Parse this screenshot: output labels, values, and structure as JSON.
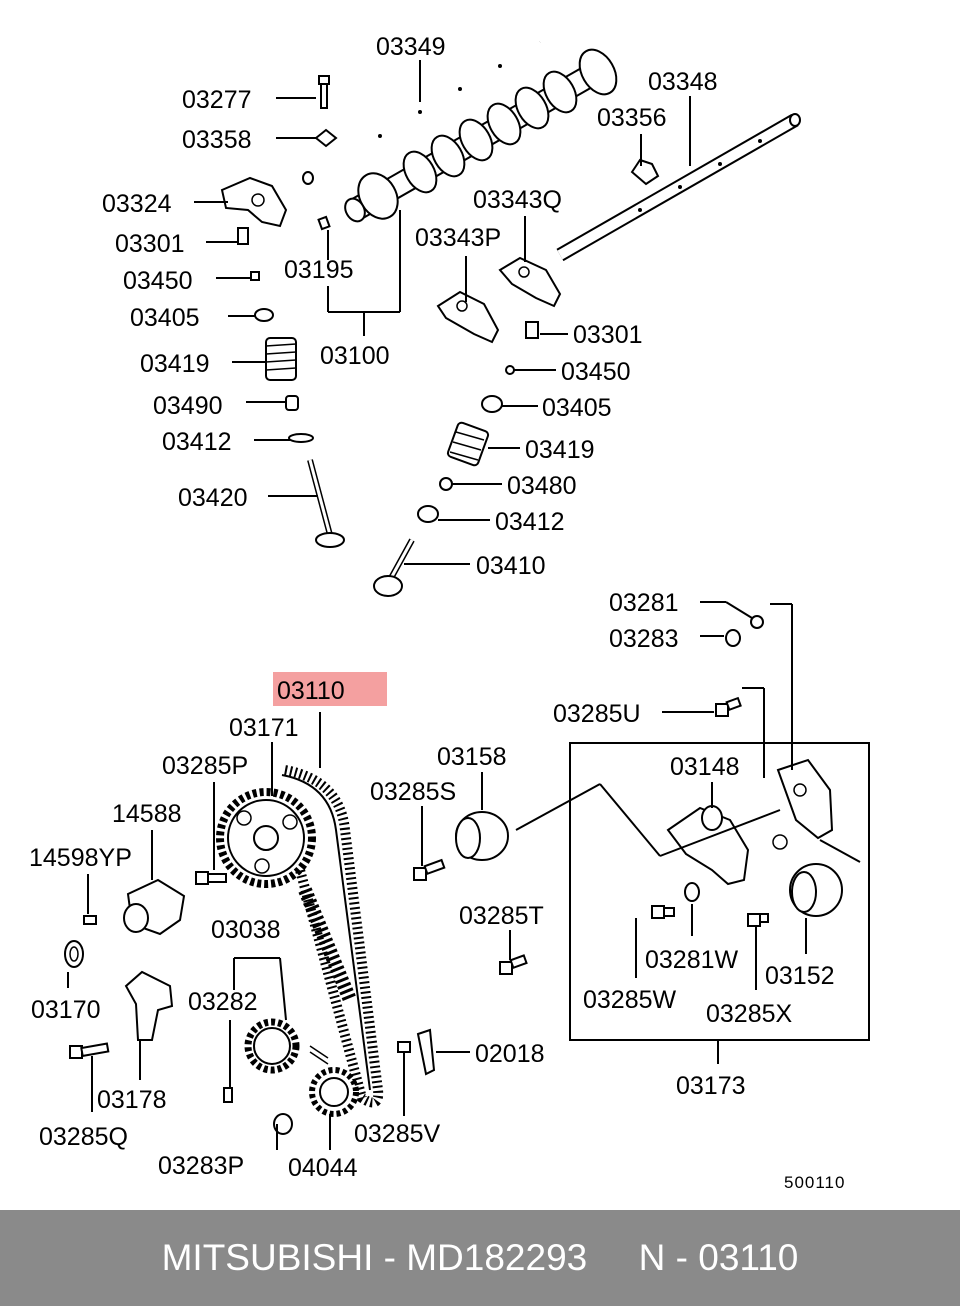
{
  "highlight_color": "#f4a0a0",
  "footer_bg": "#8a8a8a",
  "labels": {
    "p03349": "03349",
    "p03277": "03277",
    "p03358": "03358",
    "p03348": "03348",
    "p03356": "03356",
    "p03324": "03324",
    "p03343Q": "03343Q",
    "p03301a": "03301",
    "p03343P": "03343P",
    "p03450a": "03450",
    "p03195": "03195",
    "p03405a": "03405",
    "p03419a": "03419",
    "p03100": "03100",
    "p03301b": "03301",
    "p03450b": "03450",
    "p03490": "03490",
    "p03405b": "03405",
    "p03412a": "03412",
    "p03419b": "03419",
    "p03420": "03420",
    "p03480": "03480",
    "p03412b": "03412",
    "p03410": "03410",
    "p03281": "03281",
    "p03283": "03283",
    "p03110": "03110",
    "p03285U": "03285U",
    "p03171": "03171",
    "p03158": "03158",
    "p03148": "03148",
    "p03285P": "03285P",
    "p03285S": "03285S",
    "p14588": "14588",
    "p14598YP": "14598YP",
    "p03285T": "03285T",
    "p03038": "03038",
    "p03281W": "03281W",
    "p03152": "03152",
    "p03170": "03170",
    "p03282": "03282",
    "p03285W": "03285W",
    "p03285X": "03285X",
    "p02018": "02018",
    "p03173": "03173",
    "p03178": "03178",
    "p03285Q": "03285Q",
    "p03285V": "03285V",
    "p03283P": "03283P",
    "p04044": "04044",
    "diagram_code": "500110"
  },
  "footer": {
    "text": "MITSUBISHI - MD182293     N - 03110"
  }
}
